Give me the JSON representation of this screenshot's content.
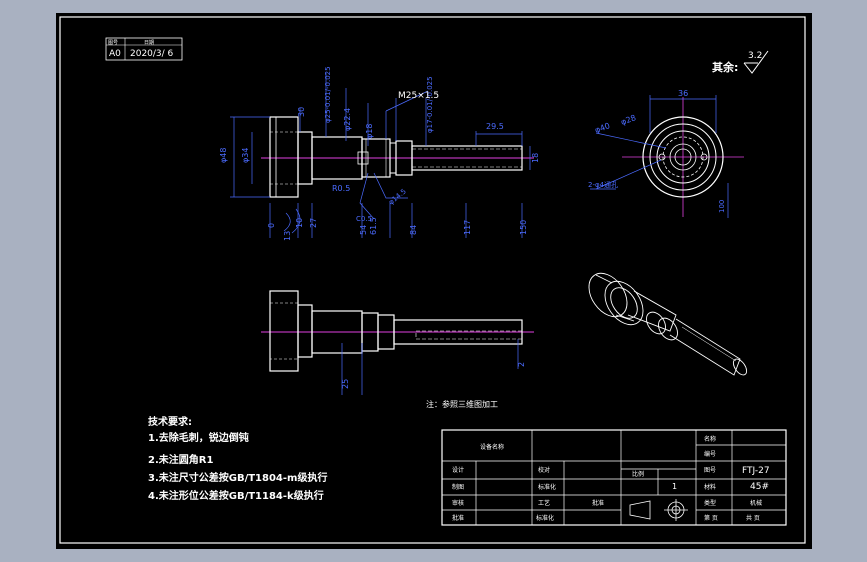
{
  "header_box": {
    "label1": "图号",
    "label2": "日期",
    "size": "A0",
    "date": "2020/3/ 6"
  },
  "roughness": {
    "prefix": "其余:",
    "value": "3.2"
  },
  "note": "注：参照三维图加工",
  "tech_requirements": {
    "title": "技术要求:",
    "items": [
      "1.去除毛刺，锐边倒钝",
      "2.未注圆角R1",
      "3.未注尺寸公差按GB/T1804-m级执行",
      "4.未注形位公差按GB/T1184-k级执行"
    ]
  },
  "title_block": {
    "design_name_label": "设备名称",
    "designer": "设计",
    "drawing": "制图",
    "review": "审核",
    "approve": "批准",
    "check": "校对",
    "standard": "标准化",
    "process": "工艺",
    "approved": "批准",
    "scale_label": "比例",
    "scale_value": "1",
    "name_label": "名称",
    "code_label": "编号",
    "drawing_no_label": "图号",
    "drawing_no": "FTJ-27",
    "material_label": "材料",
    "material": "45#",
    "type_label": "类型",
    "type_value": "机械",
    "sheet_label": "第 页",
    "total_label": "共 页"
  },
  "dims": {
    "front": {
      "m25": "M25×1.5",
      "d48": "φ48",
      "d34": "φ34",
      "d25": "φ25-0.01/-0.025",
      "d22": "φ22.4",
      "d18": "φ18",
      "d17": "φ17-0.01/-0.025",
      "d14_5": "φ14.5",
      "r05": "R0.5",
      "l30": "30",
      "l29_5": "29.5",
      "l18": "18",
      "l0": "0",
      "l10": "10",
      "l13": "13",
      "l27": "27",
      "l54": "54",
      "l61_5": "61.5",
      "l84": "84",
      "l117": "117",
      "l150": "150",
      "c05": "C0.5"
    },
    "side": {
      "d36": "36",
      "d40": "φ40",
      "d28": "φ28",
      "d4": "2-φ4通孔",
      "d100": "100"
    },
    "bottom": {
      "l25": "25",
      "l2": "2"
    }
  },
  "colors": {
    "line": "#ffffff",
    "dim": "#4b6bff",
    "center": "#e040e0",
    "frame": "#ffffff"
  }
}
